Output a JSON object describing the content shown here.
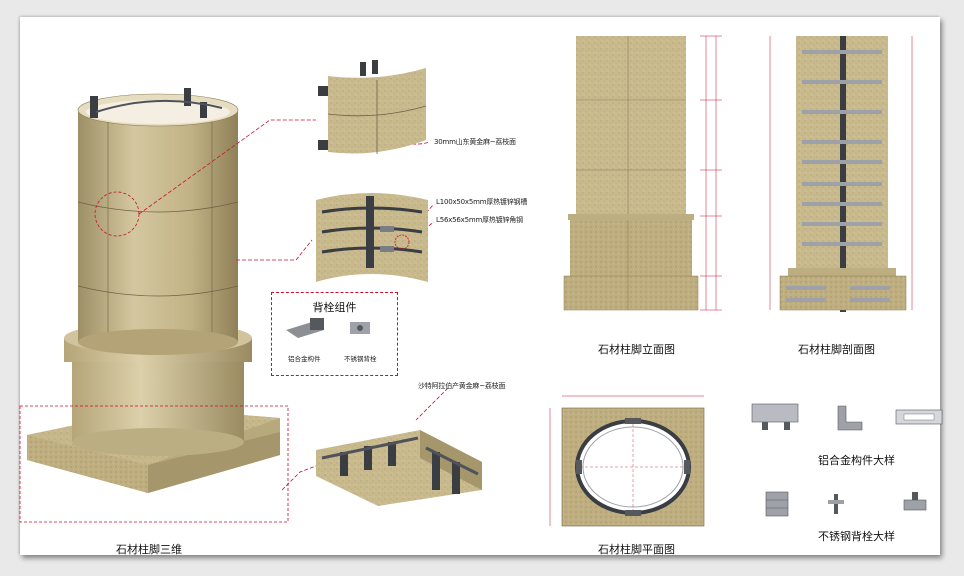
{
  "annotations": {
    "stone_panel": "30mm山东黄金麻~荔枝面",
    "angle_steel_1": "L100x50x5mm厚热镀锌钢槽",
    "angle_steel_2": "L56x56x5mm厚热镀锌角钢",
    "base_stone": "沙特阿拉伯产黄金麻~荔枝面"
  },
  "anchor_group": {
    "title": "背栓组件",
    "item1": "铝合金构件",
    "item2": "不锈钢背栓"
  },
  "titles": {
    "three_d": "石材柱脚三维",
    "elevation": "石材柱脚立面图",
    "section": "石材柱脚剖面图",
    "plan": "石材柱脚平面图",
    "alu_detail": "铝合金构件大样",
    "steel_detail": "不锈钢背栓大样"
  },
  "colors": {
    "stone": "#c9ba8e",
    "stone_dark": "#a99a70",
    "leader": "#c8102e",
    "steel": "#3a3d42"
  }
}
